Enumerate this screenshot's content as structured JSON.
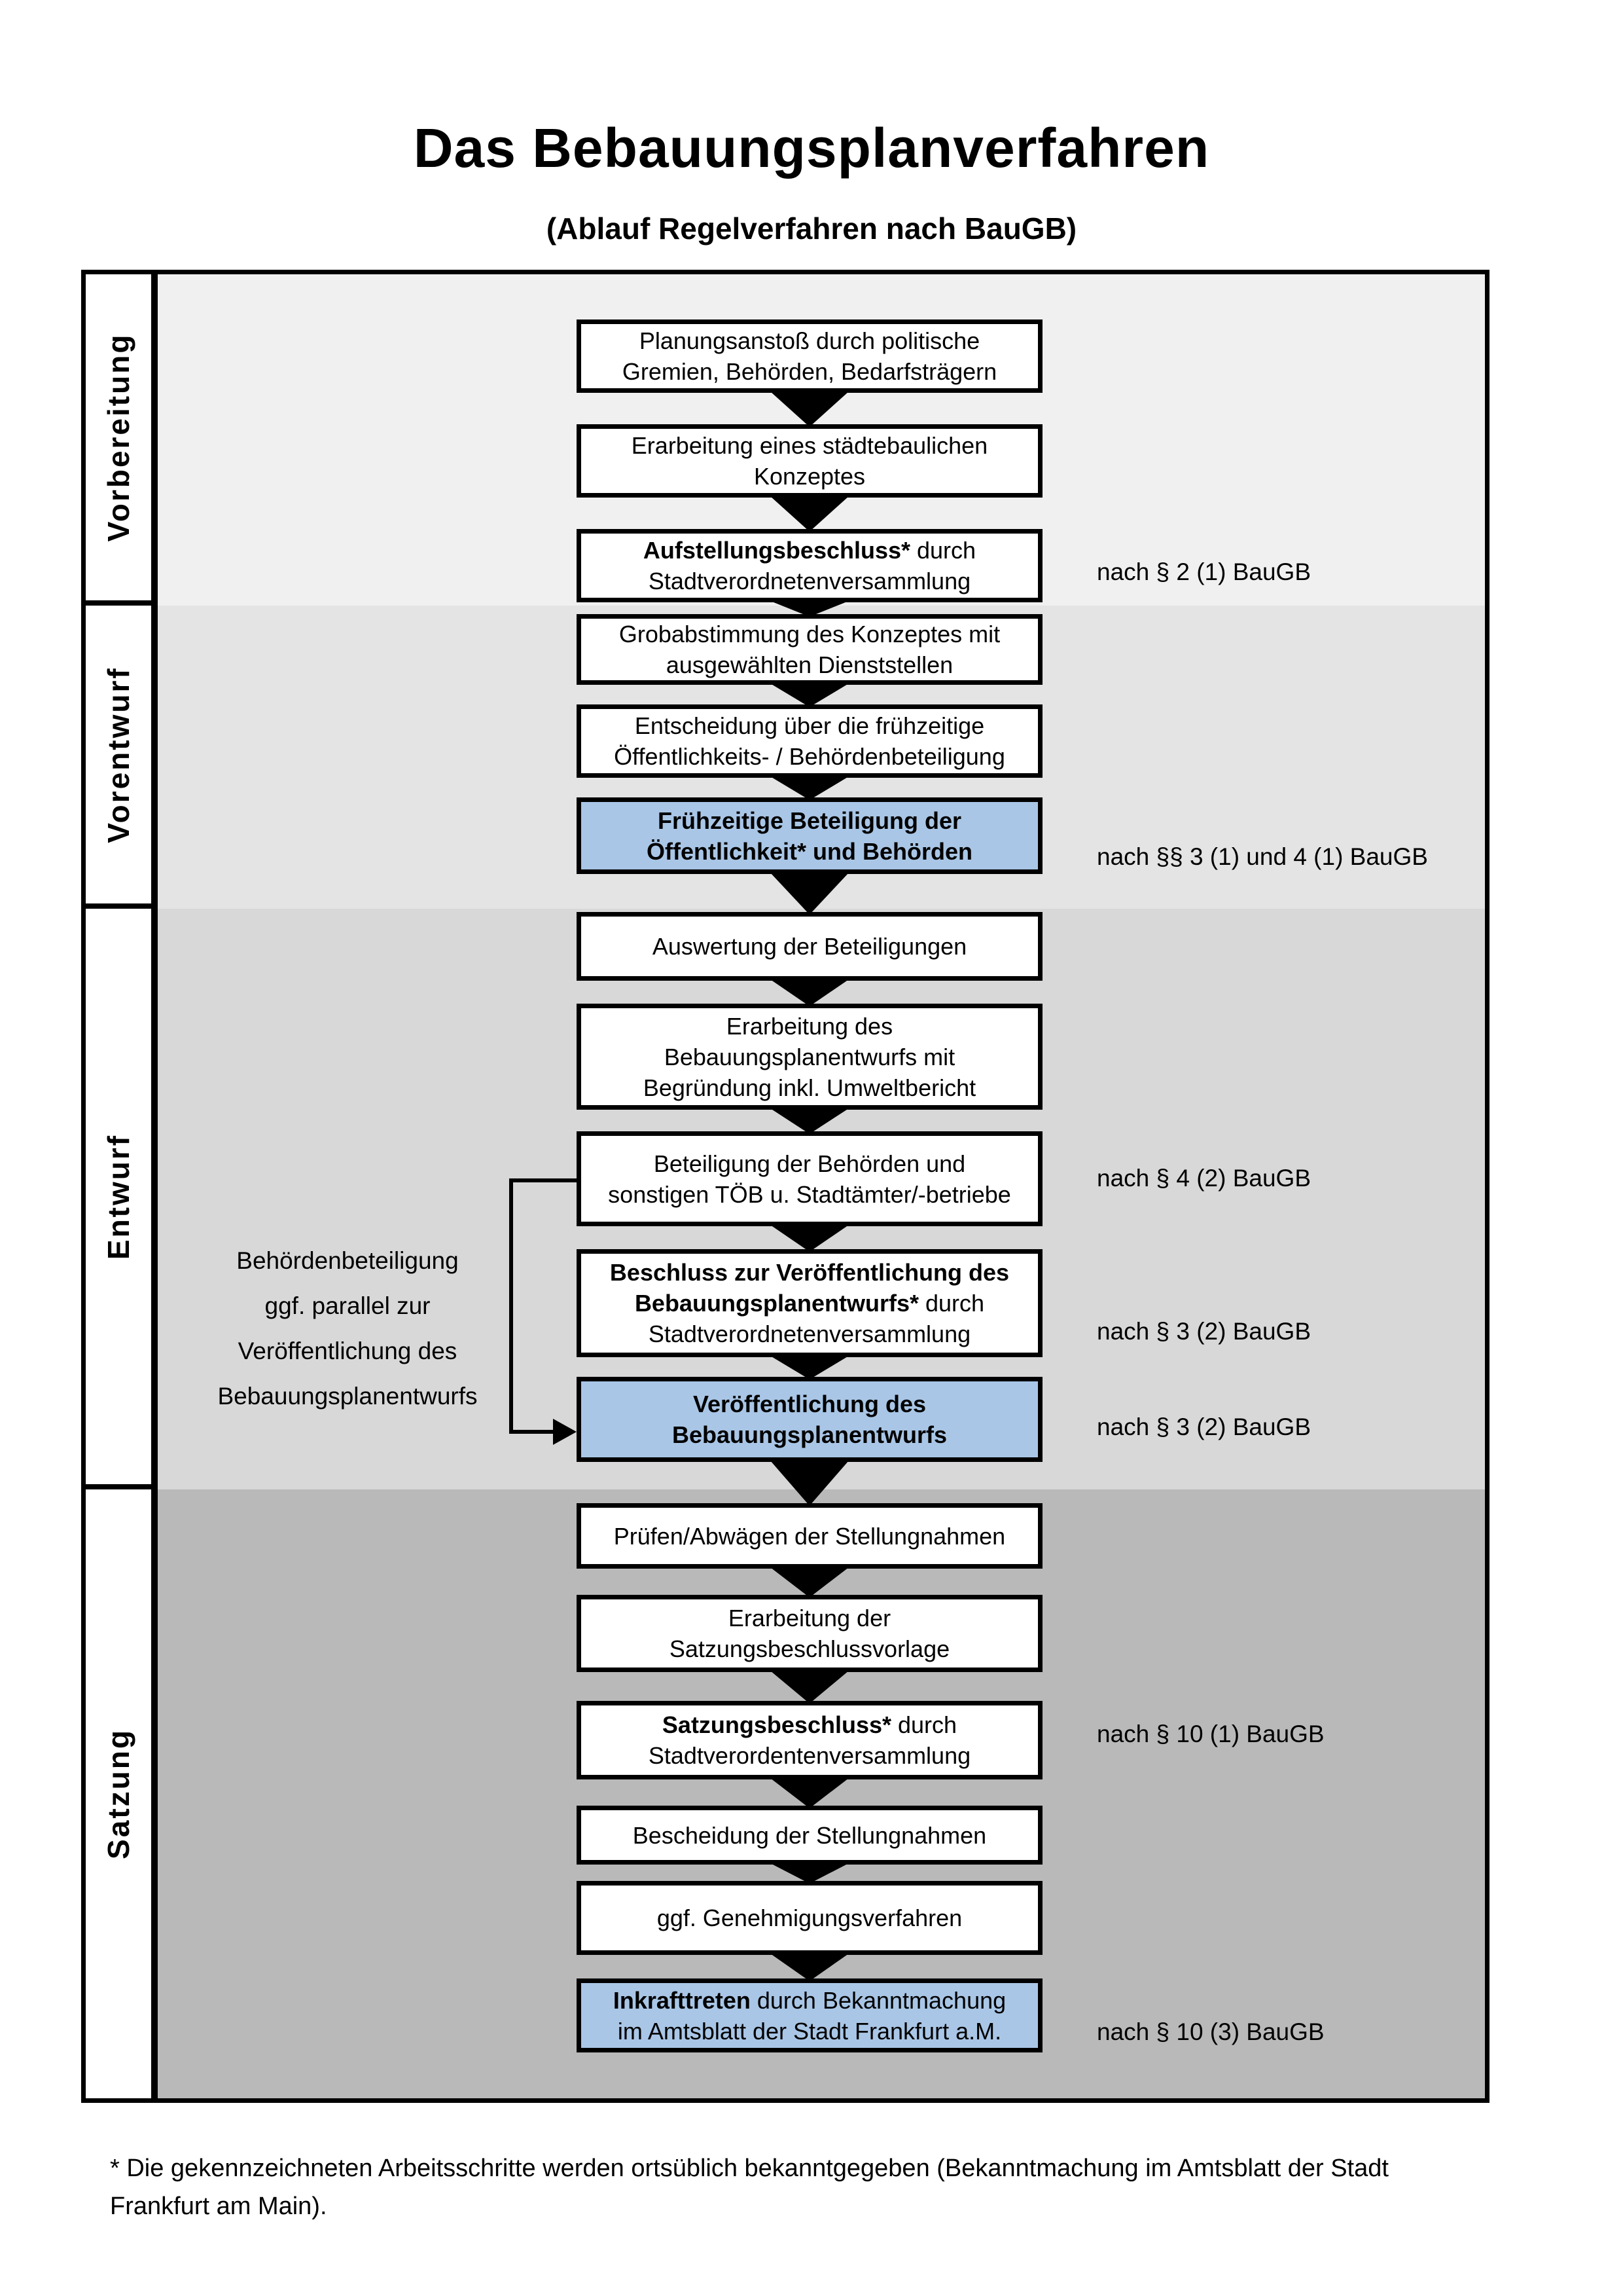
{
  "page": {
    "title": "Das Bebauungsplanverfahren",
    "subtitle": "(Ablauf Regelverfahren nach BauGB)",
    "footnote": "* Die gekennzeichneten Arbeitsschritte werden ortsüblich bekanntgegeben (Bekanntmachung im Amtsblatt  der Stadt\nFrankfurt am Main)."
  },
  "colors": {
    "highlight_box": "#a9c6e6",
    "phase_bg": [
      "#f0f0f0",
      "#e4e4e4",
      "#d8d8d8",
      "#b9b9b9"
    ],
    "box_border": "#000000"
  },
  "phases": [
    {
      "label": "Vorbereitung",
      "steps": [
        {
          "text": "Planungsanstoß durch politische\nGremien, Behörden, Bedarfsträgern"
        },
        {
          "text": "Erarbeitung eines städtebaulichen\nKonzeptes"
        },
        {
          "bold": "Aufstellungsbeschluss*",
          "rest": " durch\nStadtverordnetenversammlung",
          "law": "nach § 2 (1) BauGB"
        }
      ]
    },
    {
      "label": "Vorentwurf",
      "steps": [
        {
          "text": "Grobabstimmung des Konzeptes mit\nausgewählten Dienststellen"
        },
        {
          "text": "Entscheidung über die frühzeitige\nÖffentlichkeits- / Behördenbeteiligung"
        },
        {
          "bold": "Frühzeitige Beteiligung der\nÖffentlichkeit* und Behörden",
          "highlighted": true,
          "law": "nach §§ 3 (1) und 4 (1) BauGB"
        }
      ]
    },
    {
      "label": "Entwurf",
      "side_note": "Behördenbeteiligung\nggf. parallel zur\nVeröffentlichung des\nBebauungsplanentwurfs",
      "steps": [
        {
          "text": "Auswertung der Beteiligungen"
        },
        {
          "text": "Erarbeitung des\nBebauungsplanentwurfs mit\nBegründung inkl. Umweltbericht"
        },
        {
          "text": "Beteiligung der Behörden und\nsonstigen TÖB u. Stadtämter/-betriebe",
          "law": "nach § 4 (2) BauGB"
        },
        {
          "bold": "Beschluss zur Veröffentlichung des\nBebauungsplanentwurfs*",
          "rest": " durch\nStadtverordnetenversammlung",
          "law": "nach § 3 (2) BauGB"
        },
        {
          "bold": "Veröffentlichung des\nBebauungsplanentwurfs",
          "highlighted": true,
          "law": "nach § 3 (2) BauGB"
        }
      ]
    },
    {
      "label": "Satzung",
      "steps": [
        {
          "text": "Prüfen/Abwägen der Stellungnahmen"
        },
        {
          "text": "Erarbeitung der\nSatzungsbeschlussvorlage"
        },
        {
          "bold": "Satzungsbeschluss*",
          "rest": " durch\nStadtverordentenversammlung",
          "law": "nach § 10 (1) BauGB"
        },
        {
          "text": "Bescheidung der Stellungnahmen"
        },
        {
          "text": "ggf. Genehmigungsverfahren"
        },
        {
          "bold": "Inkrafttreten",
          "rest": " durch Bekanntmachung\nim Amtsblatt der Stadt Frankfurt a.M.",
          "highlighted": true,
          "law": "nach § 10 (3) BauGB"
        }
      ]
    }
  ]
}
